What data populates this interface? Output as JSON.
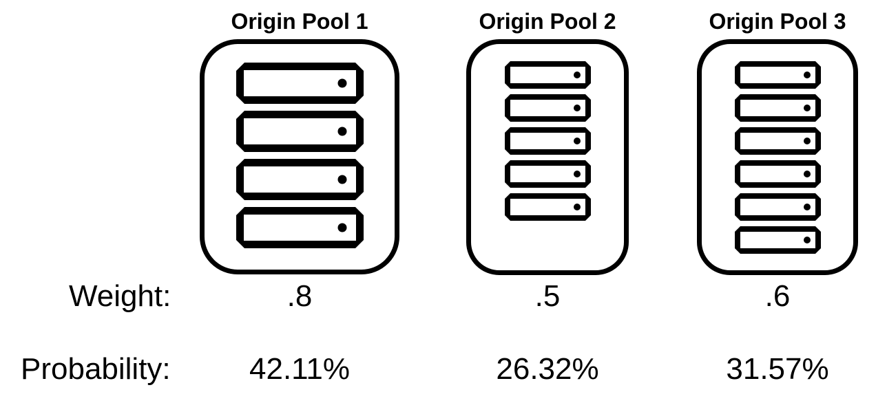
{
  "diagram": {
    "row_labels": {
      "weight": "Weight:",
      "probability": "Probability:"
    },
    "pools": [
      {
        "title": "Origin Pool 1",
        "server_count": 4,
        "server_icon_size": "large",
        "weight": ".8",
        "probability": "42.11%"
      },
      {
        "title": "Origin Pool 2",
        "server_count": 5,
        "server_icon_size": "small",
        "weight": ".5",
        "probability": "26.32%"
      },
      {
        "title": "Origin Pool 3",
        "server_count": 6,
        "server_icon_size": "small",
        "weight": ".6",
        "probability": "31.57%"
      }
    ],
    "colors": {
      "stroke": "#000000",
      "background": "#ffffff"
    }
  }
}
